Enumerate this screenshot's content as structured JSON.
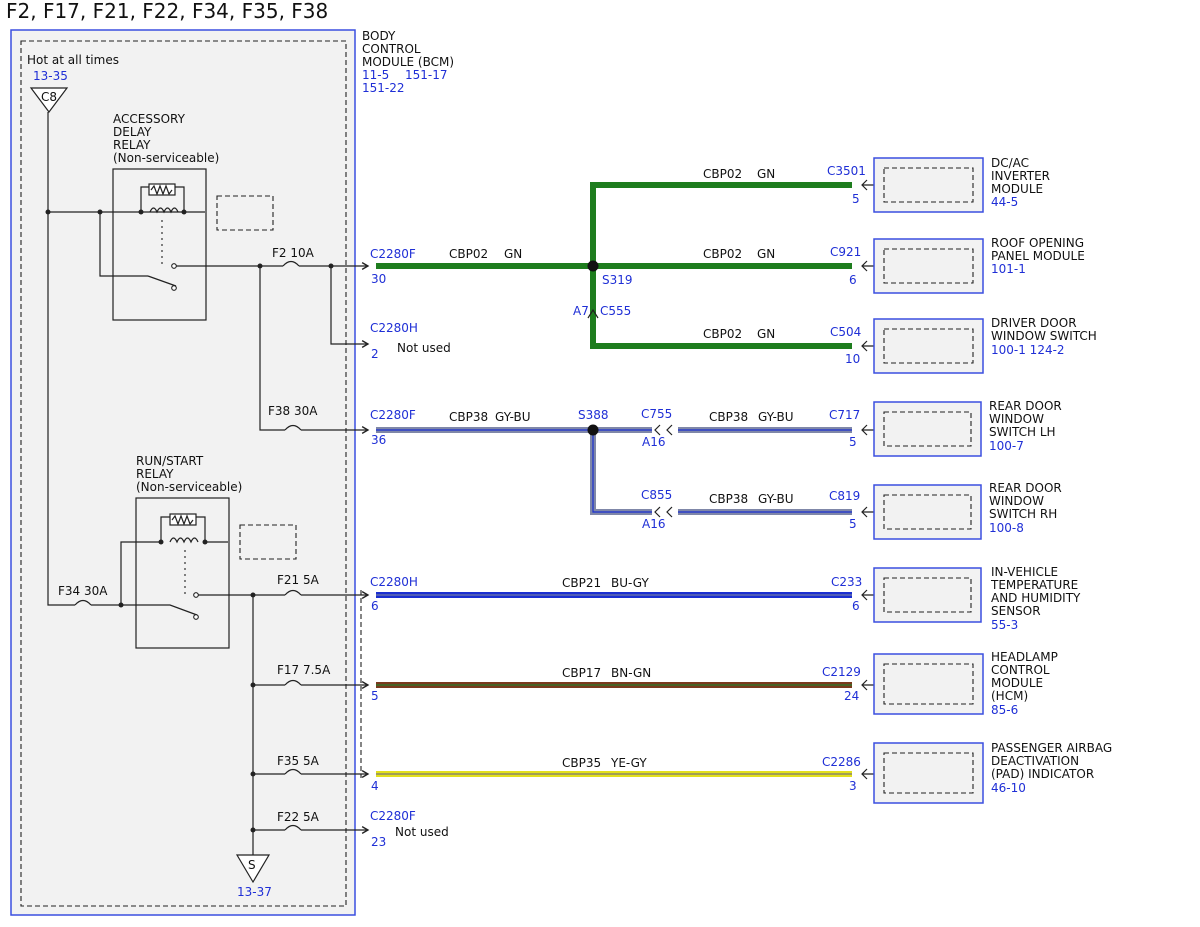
{
  "title": "F2, F17, F21, F22, F34, F35, F38",
  "bcm": {
    "name_lines": [
      "BODY",
      "CONTROL",
      "MODULE (BCM)"
    ],
    "ref1": "11-5",
    "ref2": "151-17",
    "ref3": "151-22",
    "hot_label": "Hot at all times",
    "hot_ref": "13-35",
    "hot_connector": "C8",
    "ground_symbol": "S",
    "ground_ref": "13-37"
  },
  "relays": {
    "accessory": {
      "lines": [
        "ACCESSORY",
        "DELAY",
        "RELAY",
        "(Non-serviceable)"
      ]
    },
    "run_start": {
      "lines": [
        "RUN/START",
        "RELAY",
        "(Non-serviceable)"
      ]
    }
  },
  "fuses": {
    "f2": "F2  10A",
    "f38": "F38  30A",
    "f34": "F34  30A",
    "f21": "F21  5A",
    "f17": "F17  7.5A",
    "f35": "F35  5A",
    "f22": "F22  5A"
  },
  "colors": {
    "gn": "#1e7d1e",
    "gybu": "#7f87a8",
    "bugy": "#1b2fd0",
    "bngn": "#7a3a1d",
    "yegy": "#e3e01c",
    "ref": "#1f2fd6",
    "frame": "#3b4fe0"
  },
  "circuits": {
    "row1": {
      "connector": "C2280F",
      "pin": "30",
      "circuit": "CBP02",
      "color": "GN"
    },
    "row2": {
      "connector": "C2280H",
      "pin": "2",
      "note": "Not used"
    },
    "row3": {
      "connector": "C2280F",
      "pin": "36",
      "circuit": "CBP38",
      "color": "GY-BU"
    },
    "row4": {
      "connector": "C2280H",
      "pin": "6",
      "circuit": "CBP21",
      "color": "BU-GY"
    },
    "row5": {
      "pin": "5",
      "circuit": "CBP17",
      "color": "BN-GN"
    },
    "row6": {
      "pin": "4",
      "circuit": "CBP35",
      "color": "YE-GY"
    },
    "row7": {
      "connector": "C2280F",
      "pin": "23",
      "note": "Not used"
    }
  },
  "splices": {
    "s319": "S319",
    "s388": "S388",
    "c555": "C555",
    "c555_pin": "A7",
    "c755": "C755",
    "c755_pin": "A16",
    "c855": "C855",
    "c855_pin": "A16"
  },
  "branches": {
    "dcac": {
      "circuit": "CBP02",
      "color": "GN",
      "connector": "C3501",
      "pin": "5"
    },
    "roof": {
      "circuit": "CBP02",
      "color": "GN",
      "connector": "C921",
      "pin": "6"
    },
    "driver": {
      "circuit": "CBP02",
      "color": "GN",
      "connector": "C504",
      "pin": "10"
    },
    "rear_lh": {
      "circuit": "CBP38",
      "color": "GY-BU",
      "connector": "C717",
      "pin": "5"
    },
    "rear_rh": {
      "circuit": "CBP38",
      "color": "GY-BU",
      "connector": "C819",
      "pin": "5"
    },
    "invehicle": {
      "connector": "C233",
      "pin": "6"
    },
    "hcm": {
      "connector": "C2129",
      "pin": "24"
    },
    "pad": {
      "connector": "C2286",
      "pin": "3"
    }
  },
  "modules": {
    "dcac": {
      "lines": [
        "DC/AC",
        "INVERTER",
        "MODULE"
      ],
      "ref": "44-5"
    },
    "roof": {
      "lines": [
        "ROOF OPENING",
        "PANEL MODULE"
      ],
      "ref": "101-1"
    },
    "driver": {
      "lines": [
        "DRIVER DOOR",
        "WINDOW SWITCH"
      ],
      "ref": "100-1  124-2"
    },
    "rear_lh": {
      "lines": [
        "REAR DOOR",
        "WINDOW",
        "SWITCH LH"
      ],
      "ref": "100-7"
    },
    "rear_rh": {
      "lines": [
        "REAR DOOR",
        "WINDOW",
        "SWITCH RH"
      ],
      "ref": "100-8"
    },
    "invehicle": {
      "lines": [
        "IN-VEHICLE",
        "TEMPERATURE",
        "AND HUMIDITY",
        "SENSOR"
      ],
      "ref": "55-3"
    },
    "hcm": {
      "lines": [
        "HEADLAMP",
        "CONTROL",
        "MODULE",
        "(HCM)"
      ],
      "ref": "85-6"
    },
    "pad": {
      "lines": [
        "PASSENGER AIRBAG",
        "DEACTIVATION",
        "(PAD) INDICATOR"
      ],
      "ref": "46-10"
    }
  }
}
